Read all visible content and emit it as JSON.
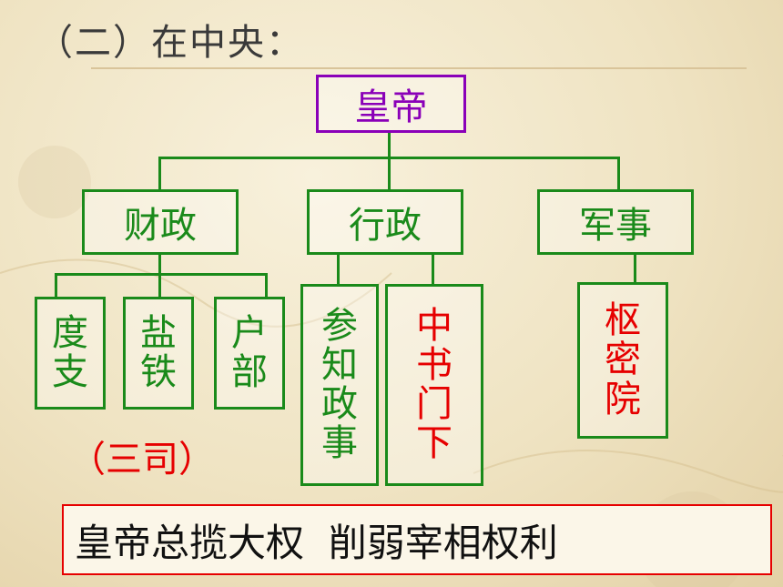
{
  "title": "（二）在中央：",
  "root": "皇帝",
  "branches": {
    "finance": "财政",
    "administration": "行政",
    "military": "军事"
  },
  "finance_children": [
    {
      "chars": [
        "度",
        "支"
      ]
    },
    {
      "chars": [
        "盐",
        "铁"
      ]
    },
    {
      "chars": [
        "户",
        "部"
      ]
    }
  ],
  "finance_note": "（三司）",
  "admin_children": [
    {
      "chars": [
        "参",
        "知",
        "政",
        "事"
      ],
      "color": "#1a8a1a"
    },
    {
      "chars": [
        "中",
        "书",
        "门",
        "下"
      ],
      "color": "#e60000"
    }
  ],
  "military_child": {
    "chars": [
      "枢",
      "密",
      "院"
    ],
    "color": "#e60000"
  },
  "conclusion": "皇帝总揽大权  削弱宰相权利",
  "colors": {
    "line": "#1a8a1a",
    "root_border": "#8a00b8",
    "highlight": "#e60000"
  }
}
